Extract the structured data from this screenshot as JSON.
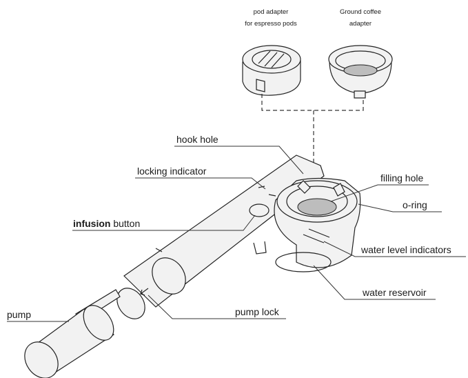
{
  "adapters": {
    "pod_line1": "pod adapter",
    "pod_line2": "for espresso pods",
    "ground_line1": "Ground coffee",
    "ground_line2": "adapter"
  },
  "labels": {
    "hook_hole": "hook hole",
    "locking_indicator": "locking indicator",
    "filling_hole": "filling hole",
    "o_ring": "o-ring",
    "infusion_bold": "infusion",
    "infusion_rest": " button",
    "water_level_indicators": "water level indicators",
    "water_reservoir": "water reservoir",
    "pump": "pump",
    "pump_lock": "pump lock"
  }
}
